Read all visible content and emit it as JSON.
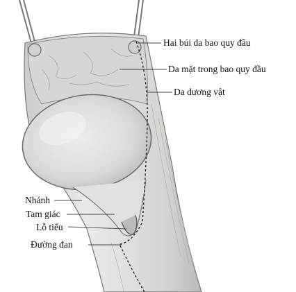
{
  "labels": {
    "frenular_bands": "Hai búi da bao quy đầu",
    "inner_prepuce": "Da mặt trong bao quy đầu",
    "penile_skin": "Da dương vật",
    "wings": "Nhánh",
    "delta": "Tam giác",
    "urethral_meatus": "Lỗ tiểu",
    "raphe": "Đường đan"
  },
  "colors": {
    "shaft_fill": "#e4e6e3",
    "glans_fill": "#dcdfdb",
    "inner_fill": "#d6d9d4",
    "outline": "#555555",
    "leader": "#444444"
  }
}
